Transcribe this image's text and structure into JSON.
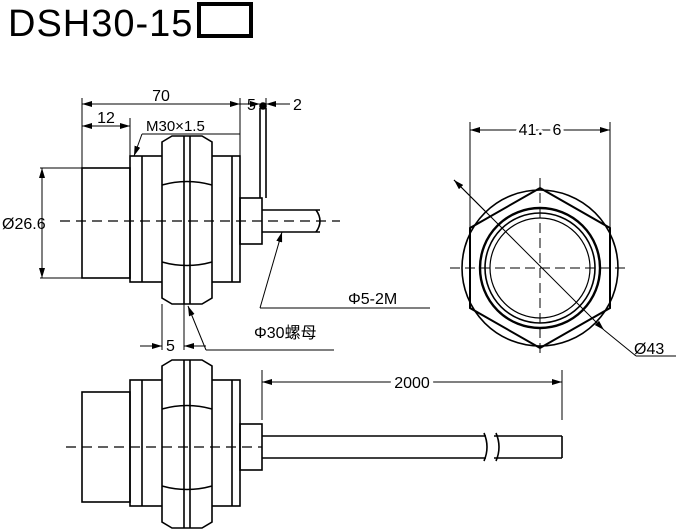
{
  "title": {
    "model": "DSH30-15"
  },
  "dimensions": {
    "overall_length": "70",
    "cap_length": "12",
    "thread": "M30×1.5",
    "nut_to_end": "5",
    "cable_stub": "2",
    "diameter_body": "Ø26.6",
    "nut_thickness": "5",
    "cable": "Φ5-2M",
    "nut": "Φ30螺母",
    "hex_across_flats": "41．6",
    "diameter_outer": "Ø43",
    "cable_length": "2000"
  }
}
